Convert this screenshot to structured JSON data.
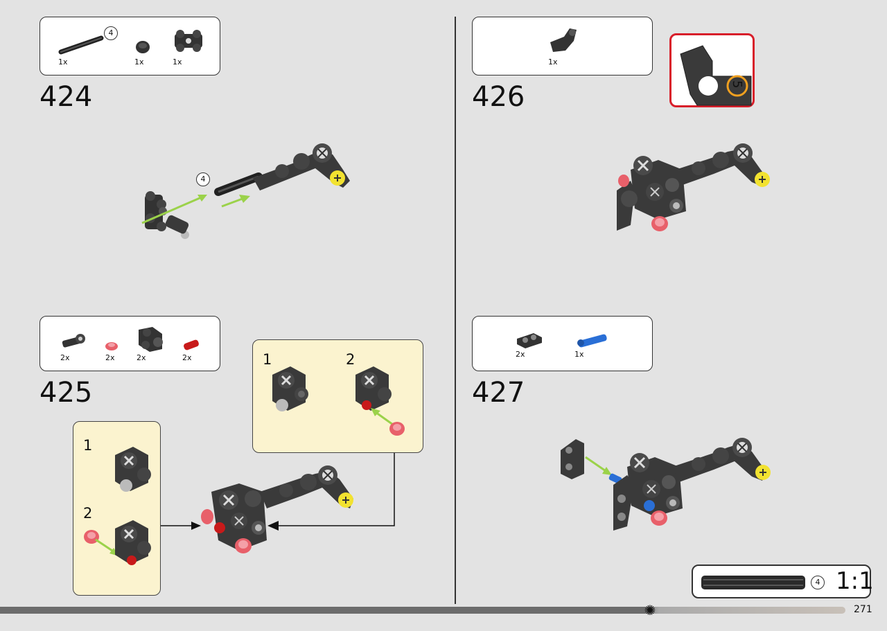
{
  "steps": [
    {
      "number": "424",
      "parts": [
        {
          "qty": "1x",
          "length_callout": "4"
        },
        {
          "qty": "1x"
        },
        {
          "qty": "1x"
        }
      ],
      "model_callout": "4"
    },
    {
      "number": "425",
      "parts": [
        {
          "qty": "2x"
        },
        {
          "qty": "2x"
        },
        {
          "qty": "2x"
        },
        {
          "qty": "2x"
        }
      ],
      "substeps_top": {
        "labels": [
          "1",
          "2"
        ]
      },
      "substeps_left": {
        "labels": [
          "1",
          "2"
        ]
      }
    },
    {
      "number": "426",
      "parts": [
        {
          "qty": "1x"
        }
      ]
    },
    {
      "number": "427",
      "parts": [
        {
          "qty": "2x"
        },
        {
          "qty": "1x"
        }
      ]
    }
  ],
  "scale_box": {
    "callout": "4",
    "ratio": "1:1"
  },
  "page_number": "271",
  "colors": {
    "lime_arrow": "#9bd24a",
    "dark_part": "#3a3a3a",
    "red_part": "#e0404a",
    "blue_part": "#2a6fd6",
    "yellow_axle": "#f2e230",
    "highlight_red": "#d81e2a",
    "highlight_orange": "#f0a020",
    "substep_bg": "#fbf3cf"
  }
}
